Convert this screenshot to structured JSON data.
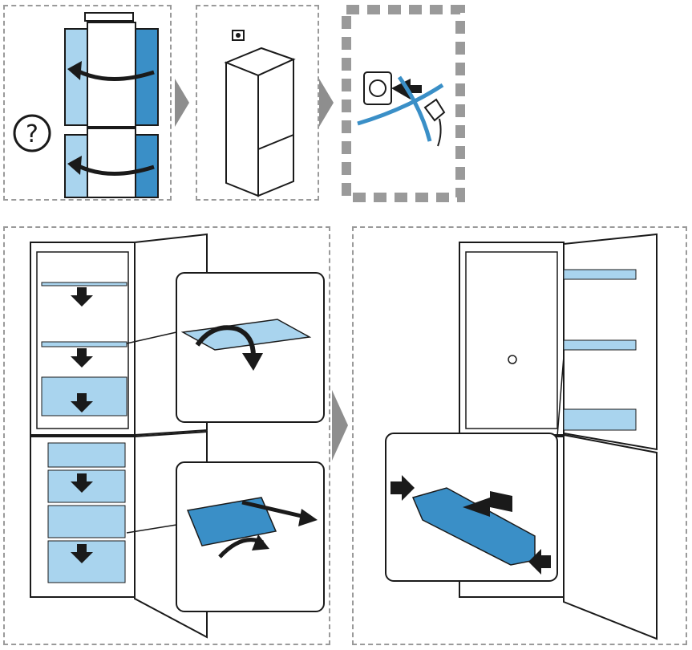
{
  "diagram": {
    "steps": [
      {
        "id": "step-1",
        "label": "",
        "icon": "door-reverse-question"
      },
      {
        "id": "step-2",
        "label": "",
        "icon": "fridge-overview"
      },
      {
        "id": "step-3",
        "label": "",
        "icon": "unplug-warning"
      },
      {
        "id": "step-4",
        "label": "",
        "icon": "remove-shelves-and-drawers"
      },
      {
        "id": "step-5",
        "label": "",
        "icon": "remove-door-balconies"
      }
    ],
    "question_mark": "?",
    "colors": {
      "accent": "#3a8fc7",
      "accent_light": "#a9d4ee",
      "outline": "#1a1a1a",
      "dashed": "#9a9a9a",
      "arrow_gray": "#8e8e8e"
    }
  }
}
